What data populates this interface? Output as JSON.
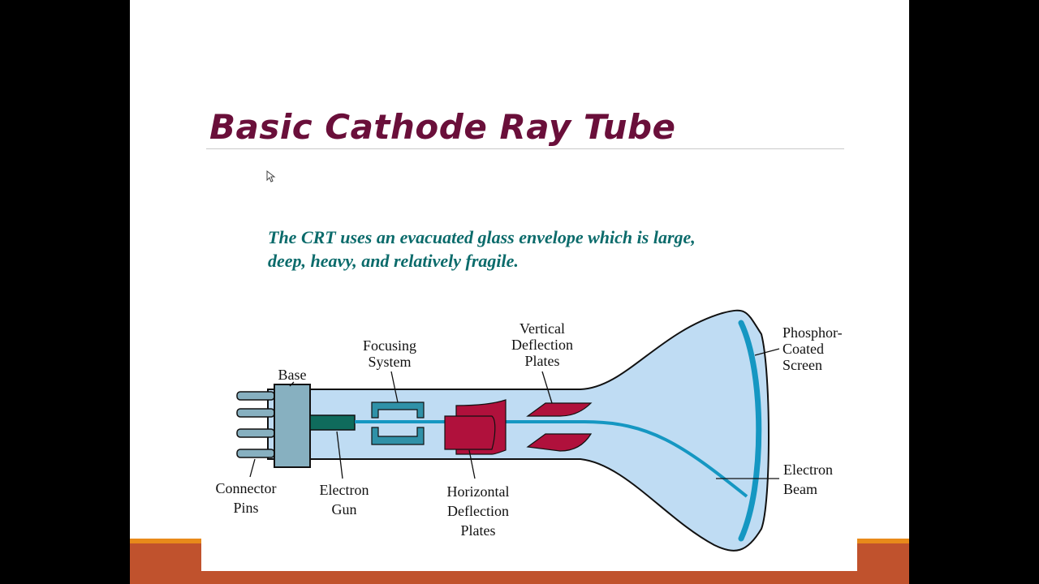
{
  "slide": {
    "title": "Basic Cathode Ray Tube",
    "subtitle": "The CRT uses an evacuated glass envelope which is large, deep, heavy, and relatively fragile."
  },
  "diagram": {
    "labels": {
      "base": "Base",
      "focusing_1": "Focusing",
      "focusing_2": "System",
      "vertical_1": "Vertical",
      "vertical_2": "Deflection",
      "vertical_3": "Plates",
      "phosphor_1": "Phosphor-",
      "phosphor_2": "Coated",
      "phosphor_3": "Screen",
      "connector_1": "Connector",
      "connector_2": "Pins",
      "gun_1": "Electron",
      "gun_2": "Gun",
      "horizontal_1": "Horizontal",
      "horizontal_2": "Deflection",
      "horizontal_3": "Plates",
      "beam_1": "Electron",
      "beam_2": "Beam"
    },
    "colors": {
      "glass": "#bfdcf3",
      "screen": "#1597c2",
      "plates": "#b0113c",
      "base": "#87b0c0",
      "gun": "#0f6b5c",
      "focus": "#2f91a8"
    }
  }
}
